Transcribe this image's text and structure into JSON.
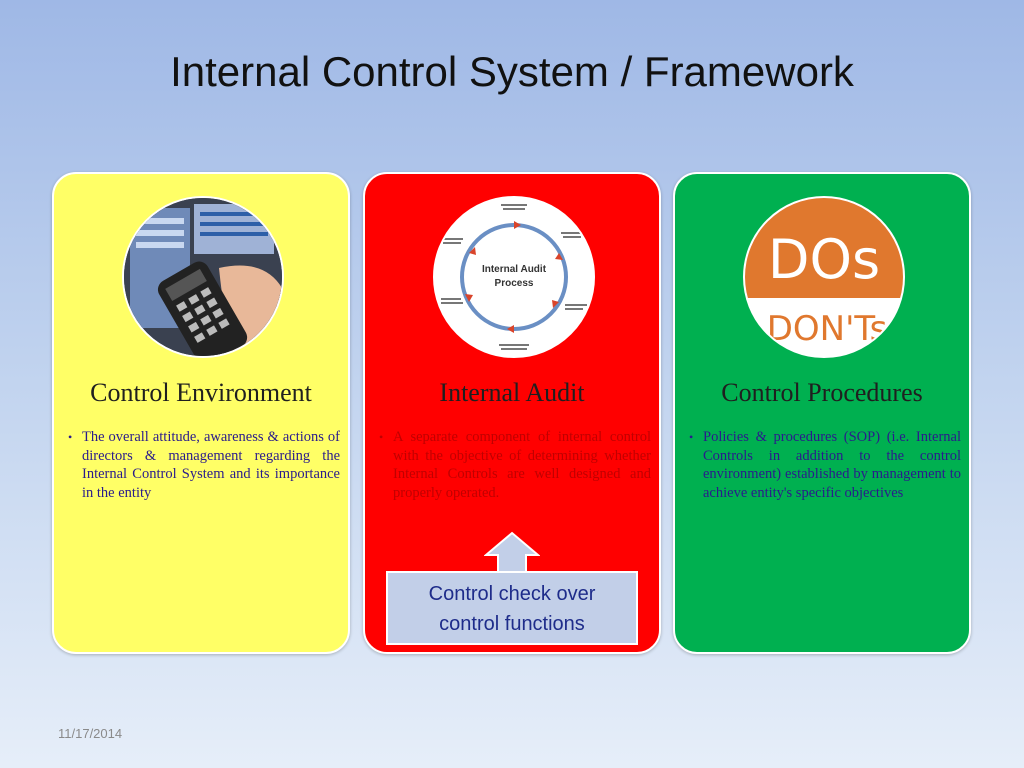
{
  "slide": {
    "title": "Internal Control System / Framework",
    "date": "11/17/2014"
  },
  "cards": [
    {
      "heading": "Control Environment",
      "bullet": "•",
      "text": "The overall attitude, awareness & actions of directors & management regarding the Internal Control System and its importance in the entity",
      "color": "#ffff66",
      "image_icon": "remote-control-photo-icon"
    },
    {
      "heading": "Internal Audit",
      "bullet": "•",
      "text": "A separate component of internal control with the objective of determining whether Internal Controls are well designed and properly operated.",
      "color": "#ff0000",
      "image_icon": "audit-cycle-diagram-icon",
      "diagram_center_line1": "Internal Audit",
      "diagram_center_line2": "Process"
    },
    {
      "heading": "Control Procedures",
      "bullet": "•",
      "text": "Policies & procedures (SOP) (i.e. Internal Controls in addition to the control environment) established by management to achieve entity's specific objectives",
      "color": "#00b050",
      "image_icon": "dos-donts-icon",
      "image_text_top": "DOs",
      "image_text_bottom": "DON'Ts"
    }
  ],
  "callout": {
    "text_line1": "Control check over",
    "text_line2": "control functions"
  }
}
